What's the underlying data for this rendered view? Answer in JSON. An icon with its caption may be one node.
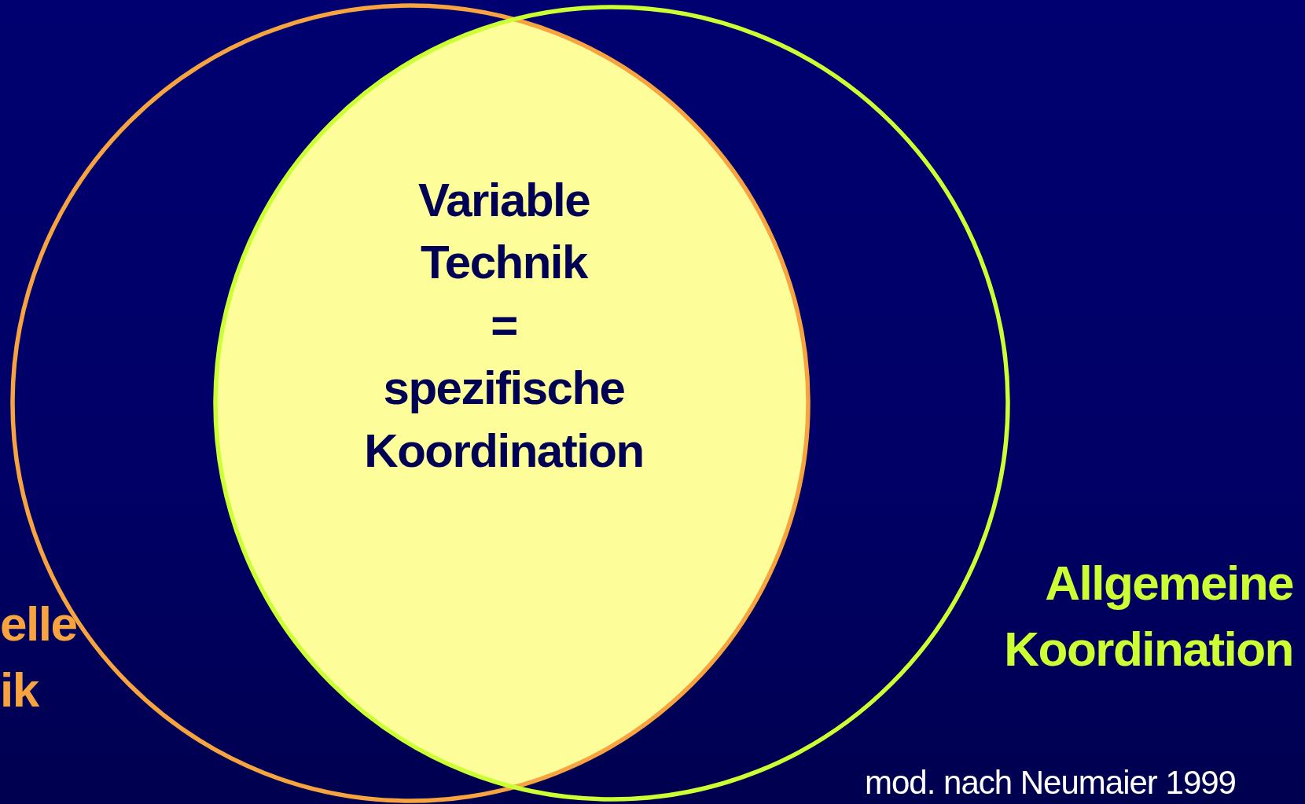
{
  "diagram": {
    "nodes": [
      {
        "text": [],
        "shape": "circle",
        "beside": [
          "elle ik"
        ]
      },
      {
        "text": [],
        "shape": "circle",
        "beside": [
          "Allgemeine Koordination"
        ]
      },
      {
        "text": [
          "Variable Technik",
          "=",
          "spezifische Koordination"
        ]
      }
    ],
    "labels": [
      "mod. nach Neumaier 1999"
    ]
  }
}
